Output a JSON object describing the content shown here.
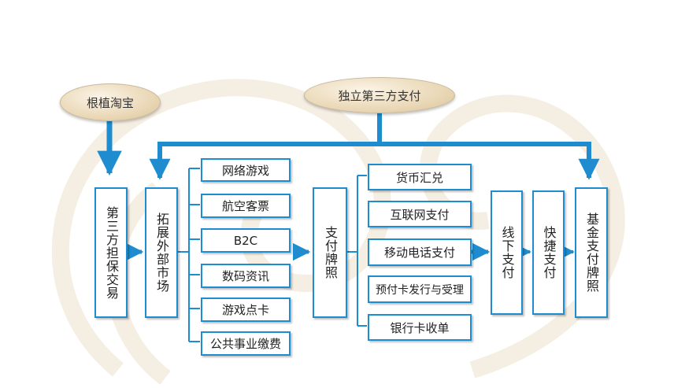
{
  "ovals": {
    "taobao": "根植淘宝",
    "independent": "独立第三方支付"
  },
  "vertical_boxes": {
    "escrow": "第三方担保交易",
    "expand": "拓展外部市场",
    "license": "支付牌照",
    "offline": "线下支付",
    "quick": "快捷支付",
    "fund": "基金支付牌照"
  },
  "market_items": [
    "网络游戏",
    "航空客票",
    "B2C",
    "数码资讯",
    "游戏点卡",
    "公共事业缴费"
  ],
  "payment_items": [
    "货币汇兑",
    "互联网支付",
    "移动电话支付",
    "预付卡发行与受理",
    "银行卡收单"
  ],
  "colors": {
    "line": "#1e8ccf",
    "border": "#1e8ccf",
    "oval_fill": "#ead8b7"
  }
}
